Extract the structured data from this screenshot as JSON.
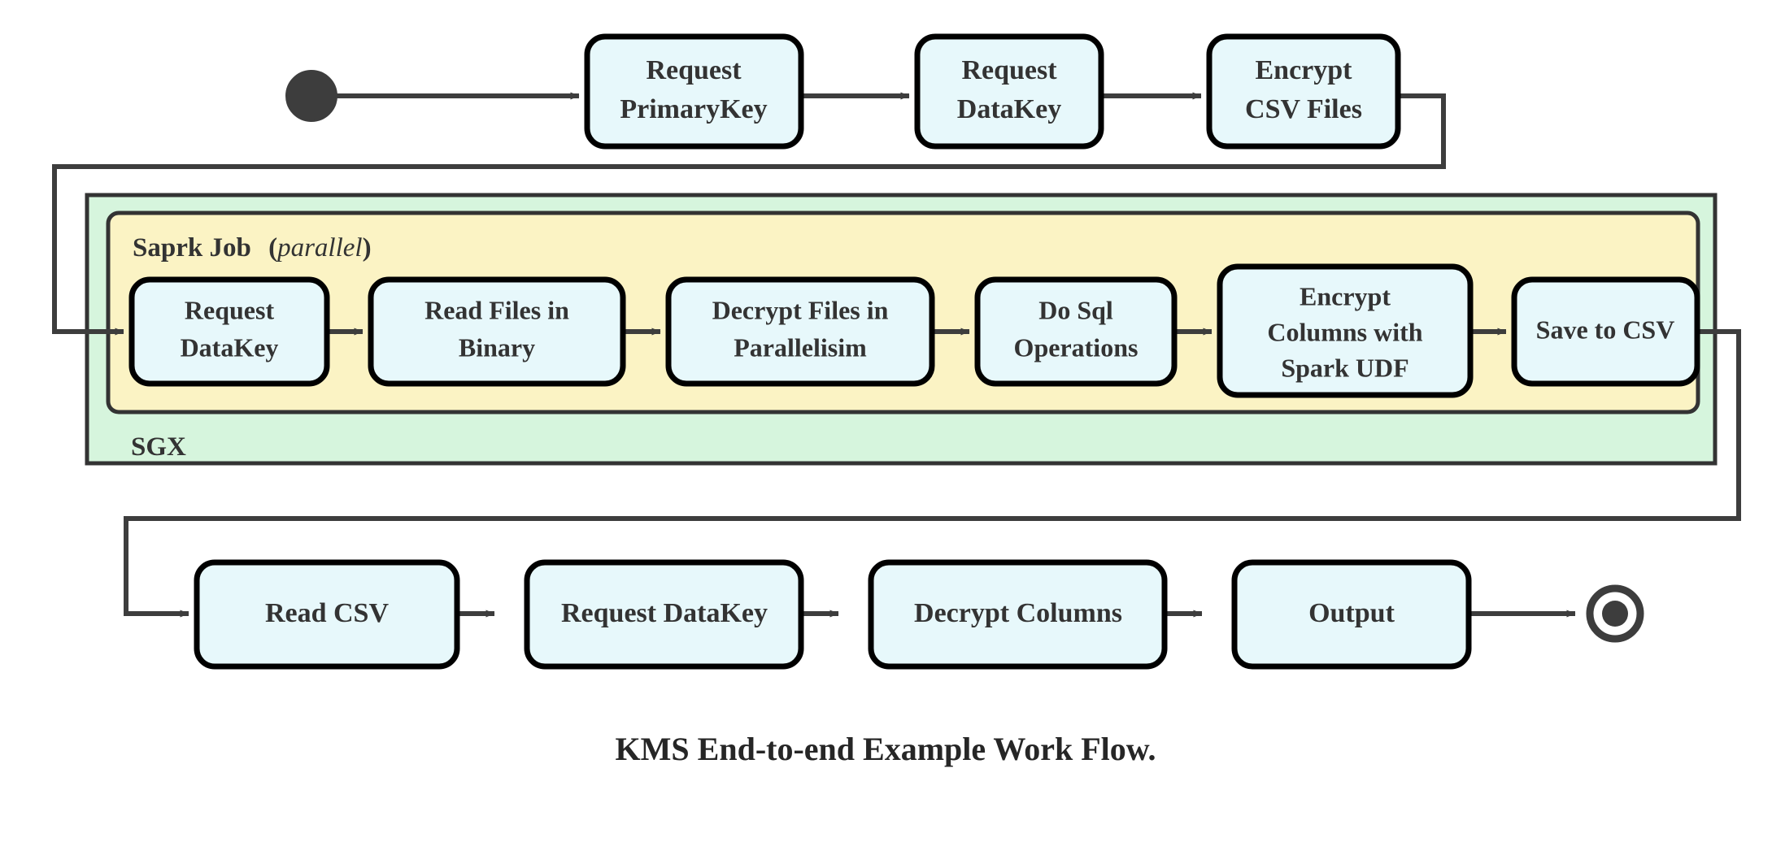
{
  "diagram": {
    "caption": "KMS End-to-end Example Work Flow.",
    "type": "uml-activity-diagram",
    "colors": {
      "node_fill": "#e7f8fb",
      "node_stroke": "#000000",
      "sgx_fill": "#d6f5dd",
      "sgx_stroke": "#333333",
      "spark_fill": "#fbf3c4",
      "spark_stroke": "#333333",
      "edge_stroke": "#3d3d3d",
      "text": "#333333",
      "background": "#ffffff"
    },
    "start_node": {
      "name": "start",
      "shape": "filled-circle"
    },
    "end_node": {
      "name": "end",
      "shape": "bullseye-circle"
    },
    "containers": [
      {
        "id": "sgx",
        "label": "SGX",
        "label_position": "bottom-left",
        "fill": "#d6f5dd"
      },
      {
        "id": "spark-job",
        "label": "Saprk Job",
        "label_suffix_open": "(",
        "label_italic": "parallel",
        "label_suffix_close": ")",
        "label_position": "top-left",
        "fill": "#fbf3c4"
      }
    ],
    "rows": {
      "top": {
        "id": "top-row",
        "nodes": [
          {
            "id": "request-primarykey",
            "lines": [
              "Request",
              "PrimaryKey"
            ]
          },
          {
            "id": "request-datakey-top",
            "lines": [
              "Request",
              "DataKey"
            ]
          },
          {
            "id": "encrypt-csv-files",
            "lines": [
              "Encrypt",
              "CSV Files"
            ]
          }
        ]
      },
      "middle": {
        "id": "spark-row",
        "nodes": [
          {
            "id": "request-datakey-spark",
            "lines": [
              "Request",
              "DataKey"
            ]
          },
          {
            "id": "read-files-in-binary",
            "lines": [
              "Read Files in",
              "Binary"
            ]
          },
          {
            "id": "decrypt-files-in-parallelisim",
            "lines": [
              "Decrypt Files in",
              "Parallelisim"
            ]
          },
          {
            "id": "do-sql-operations",
            "lines": [
              "Do Sql",
              "Operations"
            ]
          },
          {
            "id": "encrypt-columns-with-spark-udf",
            "lines": [
              "Encrypt",
              "Columns with",
              "Spark UDF"
            ]
          },
          {
            "id": "save-to-csv",
            "lines": [
              "Save to CSV"
            ]
          }
        ]
      },
      "bottom": {
        "id": "bottom-row",
        "nodes": [
          {
            "id": "read-csv",
            "lines": [
              "Read CSV"
            ]
          },
          {
            "id": "request-datakey-bottom",
            "lines": [
              "Request DataKey"
            ]
          },
          {
            "id": "decrypt-columns",
            "lines": [
              "Decrypt Columns"
            ]
          },
          {
            "id": "output",
            "lines": [
              "Output"
            ]
          }
        ]
      }
    },
    "flow_order": [
      "start",
      "request-primarykey",
      "request-datakey-top",
      "encrypt-csv-files",
      "request-datakey-spark",
      "read-files-in-binary",
      "decrypt-files-in-parallelisim",
      "do-sql-operations",
      "encrypt-columns-with-spark-udf",
      "save-to-csv",
      "read-csv",
      "request-datakey-bottom",
      "decrypt-columns",
      "output",
      "end"
    ]
  }
}
